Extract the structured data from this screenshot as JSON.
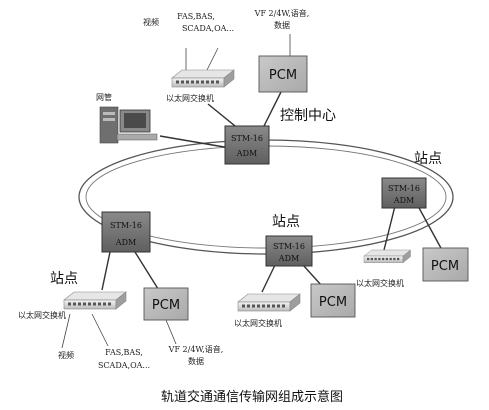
{
  "caption": "轨道交通通信传输网组成示意图",
  "control_center": {
    "label": "控制中心",
    "adm_line1": "STM-16",
    "adm_line2": "ADM",
    "switch_label": "以太网交换机",
    "video_label": "视频",
    "services_line1": "FAS,BAS,",
    "services_line2": "SCADA,OA...",
    "pcm_label": "PCM",
    "pcm_services_line1": "VF 2/4W,语音,",
    "pcm_services_line2": "数据",
    "nms_label": "网管"
  },
  "station_right": {
    "label": "站点",
    "adm_line1": "STM-16",
    "adm_line2": "ADM",
    "switch_label": "以太网交换机",
    "pcm_label": "PCM"
  },
  "station_middle": {
    "label": "站点",
    "adm_line1": "STM-16",
    "adm_line2": "ADM",
    "switch_label": "以太网交换机",
    "pcm_label": "PCM"
  },
  "station_left": {
    "label": "站点",
    "adm_line1": "STM-16",
    "adm_line2": "ADM",
    "switch_label": "以太网交换机",
    "video_label": "视频",
    "services_line1": "FAS,BAS,",
    "services_line2": "SCADA,OA...",
    "pcm_label": "PCM",
    "pcm_services_line1": "VF 2/4W,语音,",
    "pcm_services_line2": "数据"
  }
}
